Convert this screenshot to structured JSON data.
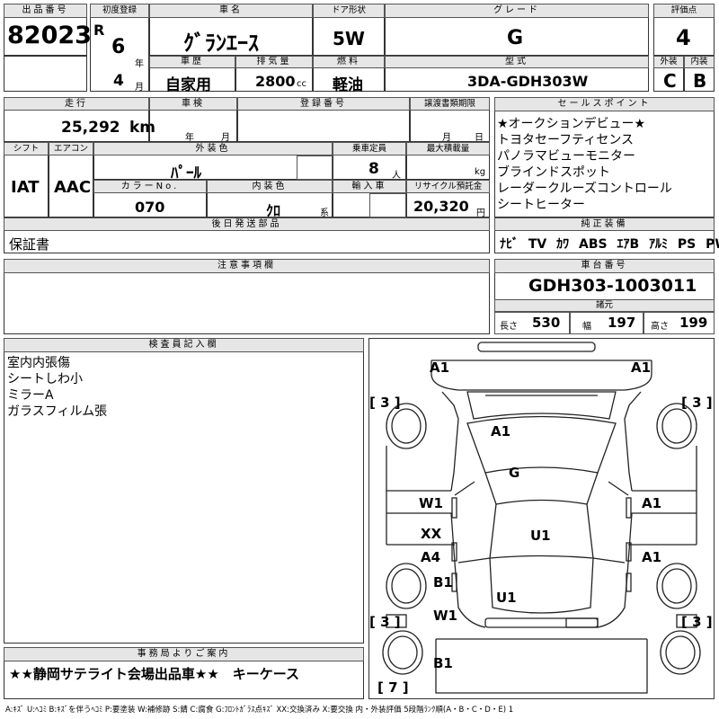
{
  "header": {
    "lot_no": {
      "label": "出品番号",
      "value": "82023"
    },
    "first_reg": {
      "label": "初度登録",
      "era": "R",
      "year": "6",
      "year_unit": "年",
      "month": "4",
      "month_unit": "月"
    },
    "car_name": {
      "label": "車名",
      "value": "ｸﾞﾗﾝｴｰｽ"
    },
    "doors": {
      "label": "ドア形状",
      "value": "5W"
    },
    "grade": {
      "label": "グレード",
      "value": "G"
    },
    "score": {
      "label": "評価点",
      "value": "4"
    },
    "history": {
      "label": "車歴",
      "value": "自家用"
    },
    "displacement": {
      "label": "排気量",
      "value": "2800",
      "unit": "cc"
    },
    "fuel": {
      "label": "燃料",
      "value": "軽油"
    },
    "model": {
      "label": "型式",
      "value": "3DA-GDH303W"
    },
    "exterior": {
      "label": "外装",
      "value": "C"
    },
    "interior": {
      "label": "内装",
      "value": "B"
    }
  },
  "row2": {
    "mileage": {
      "label": "走行",
      "value": "25,292",
      "unit": "km"
    },
    "inspection": {
      "label": "車検",
      "year_unit": "年",
      "month_unit": "月"
    },
    "reg_no": {
      "label": "登録番号"
    },
    "transfer_docs": {
      "label": "譲渡書類期限",
      "month_unit": "月",
      "day_unit": "日"
    },
    "shift": {
      "label": "シフト",
      "value": "IAT"
    },
    "aircon": {
      "label": "エアコン",
      "value": "AAC"
    },
    "ext_color": {
      "label": "外装色",
      "value": "ﾊﾟｰﾙ"
    },
    "capacity": {
      "label": "乗車定員",
      "value": "8",
      "unit": "人"
    },
    "max_load": {
      "label": "最大積載量",
      "unit": "kg"
    },
    "color_no": {
      "label": "カラーNo.",
      "value": "070"
    },
    "int_color": {
      "label": "内装色",
      "value": "ｸﾛ",
      "unit": "系"
    },
    "import": {
      "label": "輸入車"
    },
    "recycle": {
      "label": "リサイクル預託金",
      "value": "20,320",
      "unit": "円"
    },
    "later_parts": {
      "label": "後日発送部品",
      "value": "保証書"
    }
  },
  "sales_points": {
    "label": "セールスポイント",
    "items": [
      "★オークションデビュー★",
      "トヨタセーフティセンス",
      "パノラマビューモニター",
      "ブラインドスポット",
      "レーダークルーズコントロール",
      "シートヒーター"
    ]
  },
  "equipment": {
    "label": "純正装備",
    "items": [
      "ﾅﾋﾞ",
      "TV",
      "ｶﾜ",
      "ABS",
      "ｴｱB",
      "ｱﾙﾐ",
      "PS",
      "PW"
    ]
  },
  "caution": {
    "label": "注意事項欄"
  },
  "chassis": {
    "label": "車台番号",
    "value": "GDH303-1003011",
    "spec_label": "諸元",
    "length_label": "長さ",
    "length": "530",
    "width_label": "幅",
    "width": "197",
    "height_label": "高さ",
    "height": "199"
  },
  "inspector": {
    "label": "検査員記入欄",
    "lines": [
      "室内内張傷",
      "シートしわ小",
      "ミラーA",
      "ガラスフィルム張"
    ]
  },
  "office": {
    "label": "事務局よりご案内",
    "text": "★★静岡サテライト会場出品車★★　キーケース"
  },
  "damage": {
    "front_left": "A1",
    "front_right": "A1",
    "hood": "A1",
    "windshield": "G",
    "left_front_door": "W1",
    "left_mid": "XX",
    "left_slide": "A4",
    "left_rear": "B1",
    "left_quarter": "W1",
    "right_front_door": "A1",
    "right_slide": "A1",
    "roof": "U1",
    "rear_glass": "U1",
    "rear_bumper": "B1",
    "tire_fl": "3",
    "tire_fr": "3",
    "tire_rl": "3",
    "tire_rr": "3",
    "spare": "7"
  },
  "legend": "A:ｷｽﾞ U:ﾍｺﾐ B:ｷｽﾞを伴うﾍｺﾐ P:要塗装 W:補修跡 S:錆 C:腐食 G:ﾌﾛﾝﾄｶﾞﾗｽ点ｷｽﾞ XX:交換済み X:要交換  内・外装評価 5段階ﾗﾝｸ順(A・B・C・D・E) 1"
}
